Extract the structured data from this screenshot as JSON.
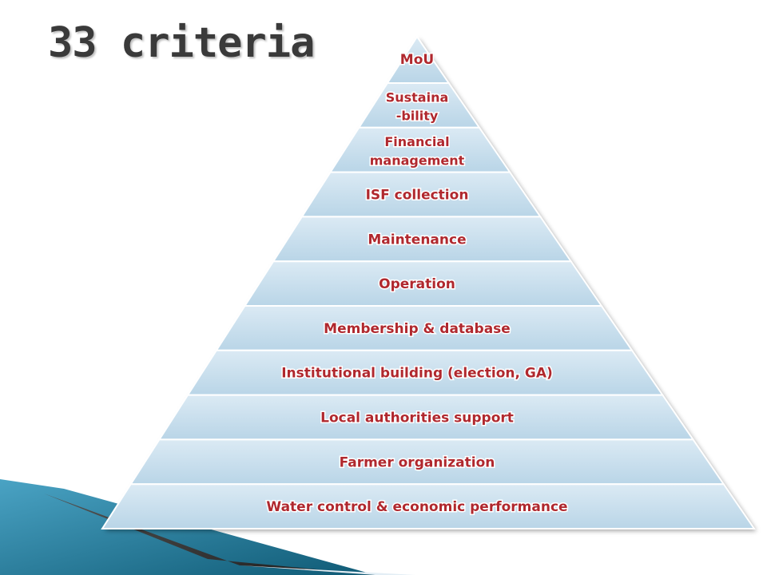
{
  "slide": {
    "title": "33 criteria"
  },
  "pyramid": {
    "tiers": [
      {
        "lines": [
          "MoU"
        ]
      },
      {
        "lines": [
          "Sustaina",
          "-bility"
        ]
      },
      {
        "lines": [
          "Financial",
          "management"
        ]
      },
      {
        "lines": [
          "ISF collection"
        ]
      },
      {
        "lines": [
          "Maintenance"
        ]
      },
      {
        "lines": [
          "Operation"
        ]
      },
      {
        "lines": [
          "Membership & database"
        ]
      },
      {
        "lines": [
          "Institutional building (election, GA)"
        ]
      },
      {
        "lines": [
          "Local authorities support"
        ]
      },
      {
        "lines": [
          "Farmer organization"
        ]
      },
      {
        "lines": [
          "Water control & economic performance"
        ]
      }
    ]
  },
  "colors": {
    "tier_fill_top": "#dbeaf4",
    "tier_fill_bottom": "#b9d5e7",
    "tier_outline": "#ffffff",
    "label_text": "#b0282e",
    "accent_teal": "#1f6f8b"
  }
}
